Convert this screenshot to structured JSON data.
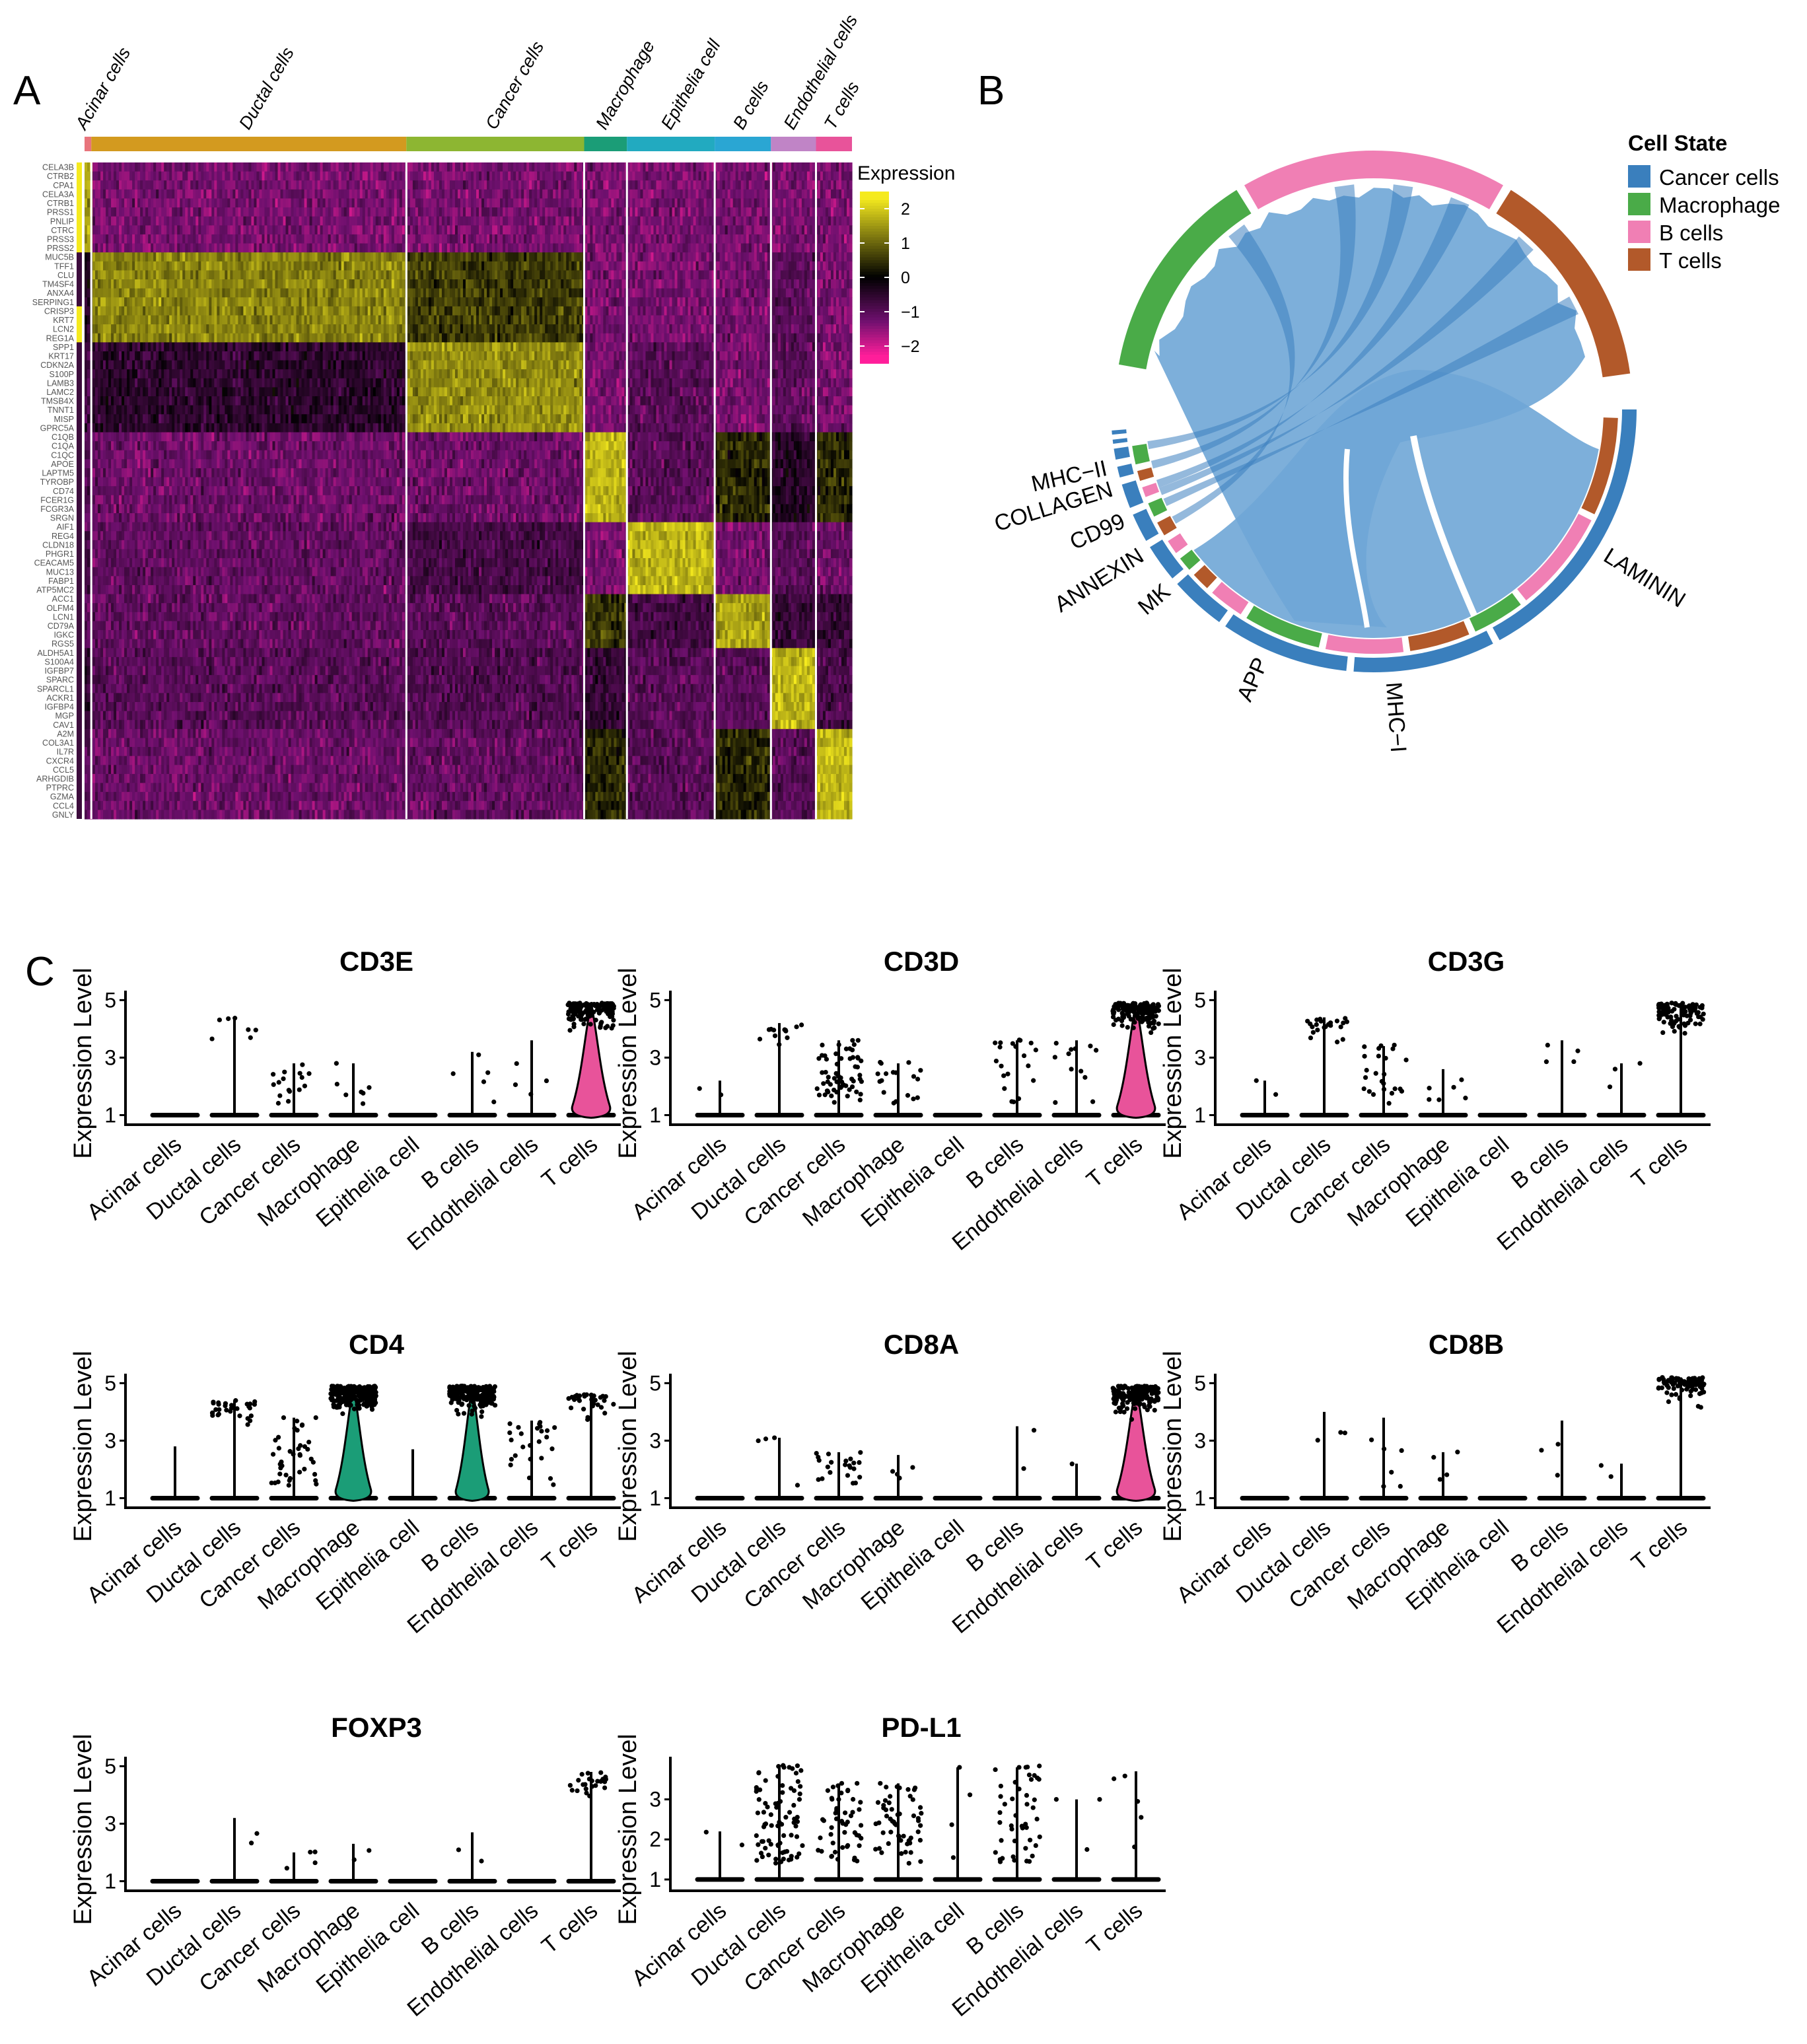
{
  "panel_labels": [
    "A",
    "B",
    "C"
  ],
  "colors": {
    "Acinar cells": "#e8747c",
    "Ductal cells": "#d39a1f",
    "Cancer cells": "#8db632",
    "Macrophage": "#1b9d77",
    "Epithelia cell": "#22aac0",
    "B cells": "#2aa6d3",
    "Endothelial cells": "#c084c6",
    "T cells": "#e8539a",
    "chord_fill": "#6fa6d6",
    "state_cancer": "#3a7fbd",
    "state_macrophage": "#4aab48",
    "state_bcells": "#f07fb4",
    "state_tcells": "#b2592a",
    "heat_high": "#f5ea1e",
    "heat_mid": "#000000",
    "heat_low": "#ff1e9a"
  },
  "chart_data": [
    {
      "type": "heatmap",
      "panel": "A",
      "legend_title": "Expression",
      "legend_ticks": [
        "2",
        "1",
        "0",
        "−1",
        "−2"
      ],
      "color_range": [
        -2.5,
        2.5
      ],
      "groups": [
        {
          "name": "Acinar cells",
          "cells": 3
        },
        {
          "name": "Ductal cells",
          "cells": 140
        },
        {
          "name": "Cancer cells",
          "cells": 79
        },
        {
          "name": "Macrophage",
          "cells": 19
        },
        {
          "name": "Epithelia cell",
          "cells": 39
        },
        {
          "name": "B cells",
          "cells": 25
        },
        {
          "name": "Endothelial cells",
          "cells": 20
        },
        {
          "name": "T cells",
          "cells": 16
        }
      ],
      "genes": [
        "CELA3B",
        "CTRB2",
        "CPA1",
        "CELA3A",
        "CTRB1",
        "PRSS1",
        "PNLIP",
        "CTRC",
        "PRSS3",
        "PRSS2",
        "MUC5B",
        "TFF1",
        "CLU",
        "TM4SF4",
        "ANXA4",
        "SERPING1",
        "CRISP3",
        "KRT7",
        "LCN2",
        "REG1A",
        "SPP1",
        "KRT17",
        "CDKN2A",
        "S100P",
        "LAMB3",
        "LAMC2",
        "TMSB4X",
        "TNNT1",
        "MISP",
        "GPRC5A",
        "C1QB",
        "C1QA",
        "C1QC",
        "APOE",
        "LAPTM5",
        "TYROBP",
        "CD74",
        "FCER1G",
        "FCGR3A",
        "SRGN",
        "AIF1",
        "REG4",
        "CLDN18",
        "PHGR1",
        "CEACAM5",
        "MUC13",
        "FABP1",
        "ATP5MC2",
        "ACC1",
        "OLFM4",
        "LCN1",
        "CD79A",
        "IGKC",
        "RGS5",
        "ALDH5A1",
        "S100A4",
        "IGFBP7",
        "SPARC",
        "SPARCL1",
        "ACKR1",
        "IGFBP4",
        "MGP",
        "CAV1",
        "A2M",
        "COL3A1",
        "IL7R",
        "CXCR4",
        "CCL5",
        "ARHGDIB",
        "PTPRC",
        "GZMA",
        "CCL4",
        "GNLY"
      ],
      "gene_module": [
        0,
        0,
        0,
        0,
        0,
        0,
        0,
        0,
        0,
        0,
        1,
        1,
        1,
        1,
        1,
        1,
        1,
        1,
        1,
        1,
        2,
        2,
        2,
        2,
        2,
        2,
        2,
        2,
        2,
        2,
        3,
        3,
        3,
        3,
        3,
        3,
        3,
        3,
        3,
        3,
        4,
        4,
        4,
        4,
        4,
        4,
        4,
        4,
        5,
        5,
        5,
        5,
        5,
        5,
        6,
        6,
        6,
        6,
        6,
        6,
        6,
        6,
        6,
        7,
        7,
        7,
        7,
        7,
        7,
        7,
        7,
        7,
        7
      ],
      "module_group_mean": [
        [
          1.5,
          -1.3,
          -1.3,
          -1.3,
          -1.3,
          -1.3,
          -1.3,
          -1.3
        ],
        [
          -0.3,
          1.3,
          0.6,
          -1.3,
          -1.3,
          -1.3,
          -1.0,
          -1.3
        ],
        [
          -0.8,
          -0.5,
          1.4,
          -1.3,
          -1.0,
          -1.3,
          -1.0,
          -1.3
        ],
        [
          -1.0,
          -1.2,
          -1.2,
          1.8,
          -1.0,
          0.4,
          -0.4,
          0.4
        ],
        [
          -0.8,
          -1.1,
          -0.8,
          -1.3,
          1.8,
          -1.3,
          -1.0,
          -1.2
        ],
        [
          -1.0,
          -1.1,
          -1.0,
          0.6,
          -0.8,
          1.6,
          -0.6,
          -0.6
        ],
        [
          -0.6,
          -1.0,
          -0.9,
          -0.6,
          -1.0,
          -1.0,
          1.8,
          -0.8
        ],
        [
          -1.0,
          -1.2,
          -1.1,
          0.4,
          -1.0,
          0.4,
          -1.0,
          1.8
        ]
      ]
    },
    {
      "type": "chord",
      "panel": "B",
      "legend_title": "Cell State",
      "states": [
        "Cancer cells",
        "Macrophage",
        "B cells",
        "T cells"
      ],
      "pathways": [
        "MHC−II",
        "COLLAGEN",
        "CD99",
        "ANNEXIN",
        "MK",
        "APP",
        "MHC−I",
        "LAMININ"
      ],
      "source": "Cancer cells"
    },
    {
      "type": "violin",
      "panel": "C",
      "ylabel": "Expression Level",
      "categories": [
        "Acinar cells",
        "Ductal cells",
        "Cancer cells",
        "Macrophage",
        "Epithelia cell",
        "B cells",
        "Endothelial cells",
        "T cells"
      ],
      "panels": [
        {
          "gene": "CD3E",
          "yticks": [
            1,
            3,
            5
          ],
          "ymax": [
            1,
            4.4,
            2.8,
            2.8,
            1,
            3.2,
            3.6,
            4.9
          ],
          "violin_width": [
            0,
            0,
            0,
            0,
            0,
            0,
            0,
            0.7
          ],
          "violin_color": "#e8539a",
          "npoints": [
            0,
            7,
            16,
            7,
            0,
            5,
            4,
            160
          ]
        },
        {
          "gene": "CD3D",
          "yticks": [
            1,
            3,
            5
          ],
          "ymax": [
            2.2,
            4.2,
            3.6,
            2.8,
            1,
            3.6,
            3.6,
            4.9
          ],
          "violin_width": [
            0,
            0,
            0,
            0,
            0,
            0,
            0,
            0.7
          ],
          "violin_color": "#e8539a",
          "npoints": [
            2,
            12,
            60,
            18,
            0,
            20,
            12,
            160
          ]
        },
        {
          "gene": "CD3G",
          "yticks": [
            1,
            3,
            5
          ],
          "ymax": [
            2.2,
            4.4,
            3.4,
            2.6,
            1,
            3.6,
            2.8,
            4.9
          ],
          "violin_width": [
            0,
            0,
            0,
            0,
            0,
            0,
            0,
            0
          ],
          "violin_color": "#e8539a",
          "npoints": [
            2,
            22,
            24,
            6,
            0,
            4,
            3,
            90
          ]
        },
        {
          "gene": "CD4",
          "yticks": [
            1,
            3,
            5
          ],
          "ymax": [
            2.8,
            4.4,
            3.8,
            4.9,
            2.7,
            4.9,
            3.7,
            4.6
          ],
          "violin_width": [
            0,
            0,
            0,
            0.65,
            0,
            0.6,
            0,
            0
          ],
          "violin_color": "#1b9d77",
          "npoints": [
            0,
            30,
            40,
            260,
            0,
            200,
            25,
            30
          ]
        },
        {
          "gene": "CD8A",
          "yticks": [
            1,
            3,
            5
          ],
          "ymax": [
            1,
            3.1,
            2.6,
            2.5,
            1,
            3.5,
            2.2,
            4.9
          ],
          "violin_width": [
            0,
            0,
            0,
            0,
            0,
            0,
            0,
            0.7
          ],
          "violin_color": "#e8539a",
          "npoints": [
            0,
            4,
            22,
            4,
            0,
            2,
            1,
            160
          ]
        },
        {
          "gene": "CD8B",
          "yticks": [
            1,
            3,
            5
          ],
          "ymax": [
            1,
            4.0,
            3.8,
            2.6,
            1,
            3.7,
            2.2,
            5.2
          ],
          "violin_width": [
            0,
            0,
            0,
            0,
            0,
            0,
            0,
            0
          ],
          "violin_color": "#e8539a",
          "npoints": [
            0,
            3,
            6,
            4,
            0,
            3,
            2,
            80
          ]
        },
        {
          "gene": "FOXP3",
          "yticks": [
            1,
            3,
            5
          ],
          "ymax": [
            1,
            3.2,
            2.0,
            2.3,
            1,
            2.7,
            1,
            4.8
          ],
          "violin_width": [
            0,
            0,
            0,
            0,
            0,
            0,
            0,
            0
          ],
          "violin_color": "#e8539a",
          "npoints": [
            0,
            2,
            4,
            2,
            0,
            2,
            0,
            24
          ]
        },
        {
          "gene": "PD-L1",
          "yticks": [
            1,
            2,
            3
          ],
          "ymax": [
            2.2,
            3.8,
            3.4,
            3.4,
            3.8,
            3.8,
            3.0,
            3.7
          ],
          "violin_width": [
            0,
            0,
            0,
            0,
            0,
            0,
            0,
            0
          ],
          "violin_color": "#e8539a",
          "npoints": [
            2,
            80,
            50,
            55,
            4,
            45,
            3,
            5
          ]
        }
      ]
    }
  ]
}
